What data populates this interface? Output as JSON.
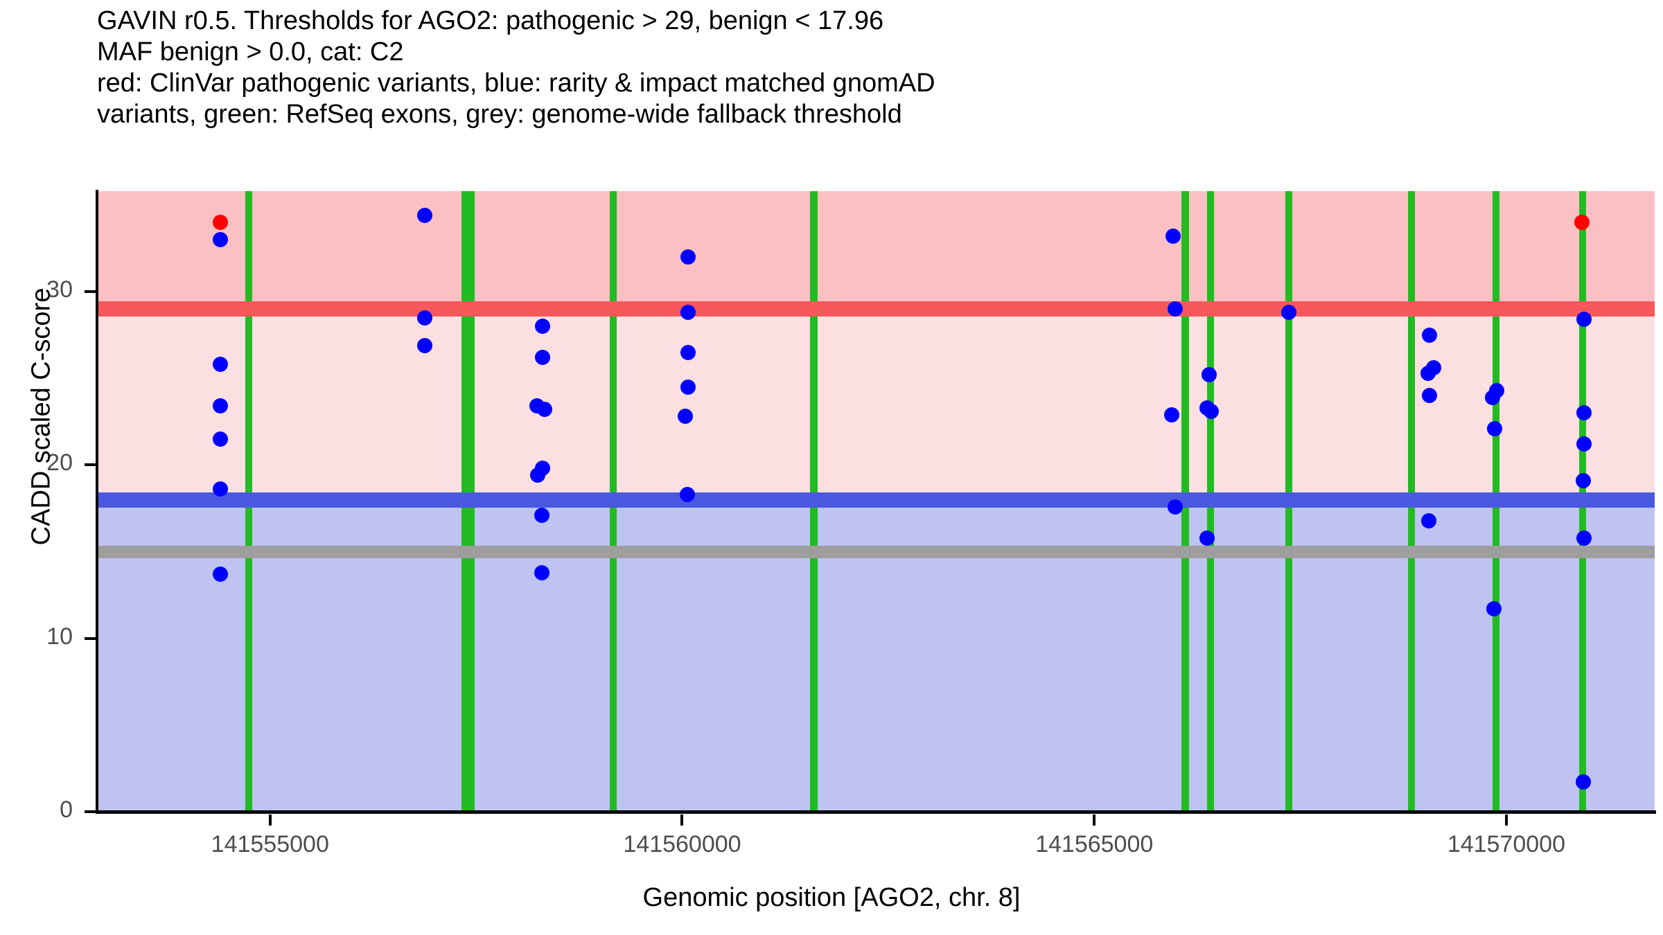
{
  "title": {
    "lines": [
      "GAVIN r0.5. Thresholds for AGO2: pathogenic > 29, benign < 17.96",
      "MAF benign > 0.0, cat: C2",
      "red: ClinVar pathogenic variants, blue: rarity & impact matched gnomAD",
      "variants, green: RefSeq exons, grey: genome-wide fallback threshold"
    ]
  },
  "colors": {
    "pathogenic_threshold": "#f8575c",
    "pathogenic_upper_fill": "#fbc0c3",
    "ambiguous_fill": "#fcdfe1",
    "benign_threshold": "#4a58e0",
    "benign_fill": "#bec3f2",
    "fallback_threshold": "#9e9e9e",
    "exon": "#22bb22",
    "clinvar_point": "#ff0000",
    "gnomad_point": "#0000ff"
  },
  "chart_data": {
    "type": "scatter",
    "title": "GAVIN r0.5. Thresholds for AGO2: pathogenic > 29, benign < 17.96",
    "xlabel": "Genomic position [AGO2, chr. 8]",
    "ylabel": "CADD scaled C-score",
    "gene": "AGO2",
    "chromosome": "8",
    "calibration_category": "C2",
    "maf_benign": "> 0.0",
    "grid": false,
    "legend": "none",
    "xlim": [
      141552900,
      141571800
    ],
    "ylim": [
      0,
      35.8
    ],
    "xticks": [
      141555000,
      141560000,
      141565000,
      141570000
    ],
    "xtick_labels": [
      "141555000",
      "141560000",
      "141565000",
      "141570000"
    ],
    "yticks": [
      0,
      10,
      20,
      30
    ],
    "ytick_labels": [
      "0",
      "10",
      "20",
      "30"
    ],
    "thresholds": {
      "pathogenic": 29,
      "benign": 17.96,
      "genome_wide_fallback": 15
    },
    "bands": [
      {
        "name": "pathogenic",
        "from": 29,
        "to": 35.8,
        "color": "#fbc0c3"
      },
      {
        "name": "ambiguous",
        "from": 17.96,
        "to": 29,
        "color": "#fcdfe1"
      },
      {
        "name": "benign",
        "from": 0,
        "to": 17.96,
        "color": "#bec3f2"
      }
    ],
    "exons": [
      {
        "start": 141554700,
        "end": 141554760
      },
      {
        "start": 141557320,
        "end": 141557480
      },
      {
        "start": 141559120,
        "end": 141559200
      },
      {
        "start": 141561550,
        "end": 141561640
      },
      {
        "start": 141566060,
        "end": 141566150
      },
      {
        "start": 141566370,
        "end": 141566440
      },
      {
        "start": 141567320,
        "end": 141567400
      },
      {
        "start": 141568810,
        "end": 141568880
      },
      {
        "start": 141569830,
        "end": 141569900
      },
      {
        "start": 141570880,
        "end": 141570960
      }
    ],
    "series": [
      {
        "name": "ClinVar pathogenic variants",
        "color": "#ff0000",
        "points": [
          {
            "x": 141554400,
            "y": 34.0
          },
          {
            "x": 141570920,
            "y": 34.0
          }
        ]
      },
      {
        "name": "rarity & impact matched gnomAD variants",
        "color": "#0000ff",
        "points": [
          {
            "x": 141554400,
            "y": 33.0
          },
          {
            "x": 141554400,
            "y": 25.8
          },
          {
            "x": 141554400,
            "y": 23.4
          },
          {
            "x": 141554400,
            "y": 21.5
          },
          {
            "x": 141554400,
            "y": 18.6
          },
          {
            "x": 141554400,
            "y": 13.7
          },
          {
            "x": 141556880,
            "y": 34.4
          },
          {
            "x": 141556880,
            "y": 28.5
          },
          {
            "x": 141556880,
            "y": 26.9
          },
          {
            "x": 141558310,
            "y": 28.0
          },
          {
            "x": 141558310,
            "y": 26.2
          },
          {
            "x": 141558240,
            "y": 23.4
          },
          {
            "x": 141558330,
            "y": 23.2
          },
          {
            "x": 141558310,
            "y": 19.8
          },
          {
            "x": 141558250,
            "y": 19.4
          },
          {
            "x": 141558300,
            "y": 17.1
          },
          {
            "x": 141558300,
            "y": 13.8
          },
          {
            "x": 141560070,
            "y": 32.0
          },
          {
            "x": 141560070,
            "y": 28.8
          },
          {
            "x": 141560070,
            "y": 26.5
          },
          {
            "x": 141560070,
            "y": 24.5
          },
          {
            "x": 141560040,
            "y": 22.8
          },
          {
            "x": 141560060,
            "y": 18.3
          },
          {
            "x": 141565960,
            "y": 33.2
          },
          {
            "x": 141565980,
            "y": 29.0
          },
          {
            "x": 141565940,
            "y": 22.9
          },
          {
            "x": 141565980,
            "y": 17.6
          },
          {
            "x": 141566390,
            "y": 25.2
          },
          {
            "x": 141566370,
            "y": 23.3
          },
          {
            "x": 141566420,
            "y": 23.1
          },
          {
            "x": 141566370,
            "y": 15.8
          },
          {
            "x": 141567360,
            "y": 28.8
          },
          {
            "x": 141569070,
            "y": 27.5
          },
          {
            "x": 141569120,
            "y": 25.6
          },
          {
            "x": 141569050,
            "y": 25.3
          },
          {
            "x": 141569070,
            "y": 24.0
          },
          {
            "x": 141569060,
            "y": 16.8
          },
          {
            "x": 141569880,
            "y": 24.3
          },
          {
            "x": 141569830,
            "y": 23.9
          },
          {
            "x": 141569860,
            "y": 22.1
          },
          {
            "x": 141569850,
            "y": 11.7
          },
          {
            "x": 141570940,
            "y": 28.4
          },
          {
            "x": 141570940,
            "y": 23.0
          },
          {
            "x": 141570940,
            "y": 21.2
          },
          {
            "x": 141570930,
            "y": 19.1
          },
          {
            "x": 141570940,
            "y": 15.8
          },
          {
            "x": 141570930,
            "y": 1.7
          }
        ]
      }
    ]
  }
}
